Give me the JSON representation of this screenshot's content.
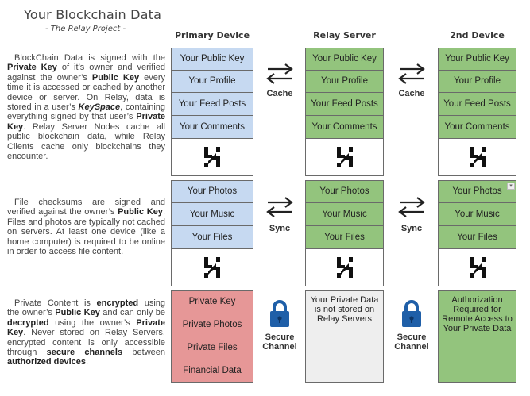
{
  "header": {
    "title": "Your Blockchain Data",
    "subtitle": "- The Relay Project -"
  },
  "columns": {
    "primary": "Primary Device",
    "relay": "Relay Server",
    "second": "2nd Device"
  },
  "descriptions": {
    "blockchain": {
      "t1": "BlockChain Data is signed with the ",
      "b1": "Private Key",
      "t2": " of it’s owner and verified against the owner’s ",
      "b2": "Public Key",
      "t3": " every time it is accessed or cached by another device or server. On Relay, data is stored in a user’s ",
      "b3": "KeySpace",
      "t4": ", containing everything signed by that user’s ",
      "b4": "Private Key",
      "t5": ". Relay Server Nodes cache all public blockchain data, while Relay Clients cache only blockchains they encounter."
    },
    "files": {
      "t1": "File checksums are signed and verified against the owner’s ",
      "b1": "Public Key",
      "t2": ". Files and photos are typically not cached on servers. At least one device (like a home computer) is required to be online in order to access file content."
    },
    "private": {
      "t1": "Private Content is ",
      "b1": "encrypted",
      "t2": " using the owner’s ",
      "b2": "Public Key",
      "t3": " and can only be ",
      "b3": "decrypted",
      "t4": " using the owner’s ",
      "b4": "Private Key",
      "t5": ". Never stored on Relay Servers, encrypted content is only accessible through ",
      "b5": "secure channels",
      "t6": " between ",
      "b6": "authorized devices",
      "t7": "."
    }
  },
  "blockchain_items": [
    "Your Public Key",
    "Your Profile",
    "Your Feed Posts",
    "Your Comments"
  ],
  "file_items": [
    "Your Photos",
    "Your Music",
    "Your Files"
  ],
  "private_items": [
    "Private Key",
    "Private Photos",
    "Private Files",
    "Financial Data"
  ],
  "relay_private_note": "Your Private Data is not stored on Relay Servers",
  "second_private_note": "Authorization Required for Remote Access to Your Private Data",
  "connectors": {
    "cache": "Cache",
    "sync": "Sync",
    "secure_line1": "Secure",
    "secure_line2": "Channel"
  },
  "colors": {
    "blue": "#c6d9f1",
    "green": "#93c47d",
    "red": "#e69797",
    "gray": "#eeeeee",
    "lock": "#1f5fa8"
  },
  "icons": {
    "logo": "relay-logo-icon",
    "arrows": "exchange-arrows-icon",
    "lock": "lock-icon"
  }
}
